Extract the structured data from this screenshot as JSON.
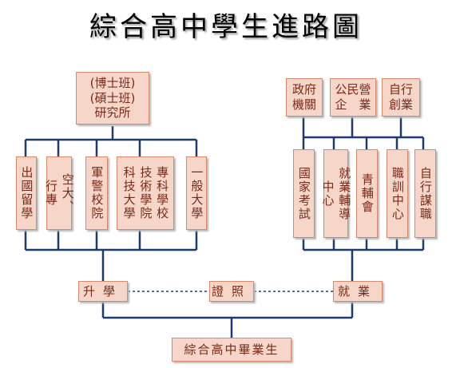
{
  "title": "綜合高中學生進路圖",
  "colors": {
    "box_fill": "#f6d6c8",
    "box_border": "#d98a6c",
    "text": "#7a2a1a",
    "line": "#1f3a6e"
  },
  "graduate": "綜合高中畢業生",
  "paths": {
    "study": "升學",
    "certificate": "證照",
    "employment": "就業"
  },
  "graduate_school": "(博士班)\n(碩士班)\n研究所",
  "study_options": {
    "study_abroad": "出國留學",
    "open_university": {
      "col1": "空大、",
      "col2": "行專"
    },
    "military_police": "軍警校院",
    "tech_college": {
      "col1": "專科學校",
      "col2": "技術學院",
      "col3": "科技大學"
    },
    "university": "一般大學"
  },
  "employment_top": {
    "civil_service": "政府\n機關",
    "enterprise": "公民營\n企　業",
    "self_employed": "自行\n創業"
  },
  "employment_options": {
    "national_exam": "國家考試",
    "job_center": {
      "col1": "就業輔導",
      "col2": "中心"
    },
    "youth_council": "青輔會",
    "training_center": "職訓中心",
    "find_job": "自行謀職"
  }
}
